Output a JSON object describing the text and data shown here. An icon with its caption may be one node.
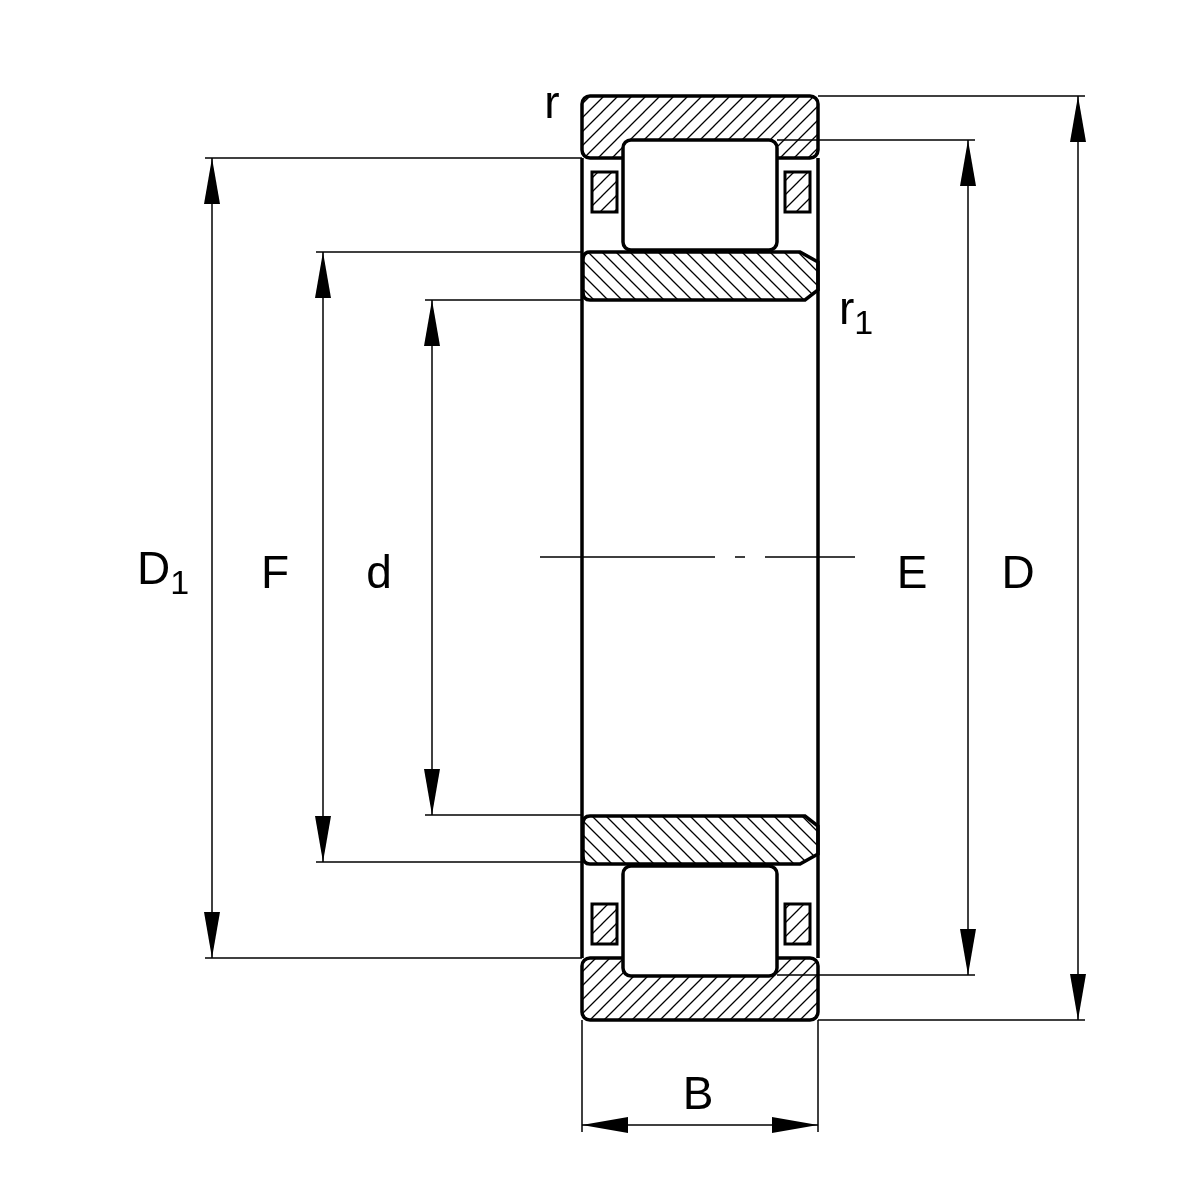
{
  "diagram": {
    "labels": [
      "r",
      "r$_{1}$",
      "D$_{1}$",
      "F",
      "d",
      "E",
      "D",
      "B"
    ]
  }
}
